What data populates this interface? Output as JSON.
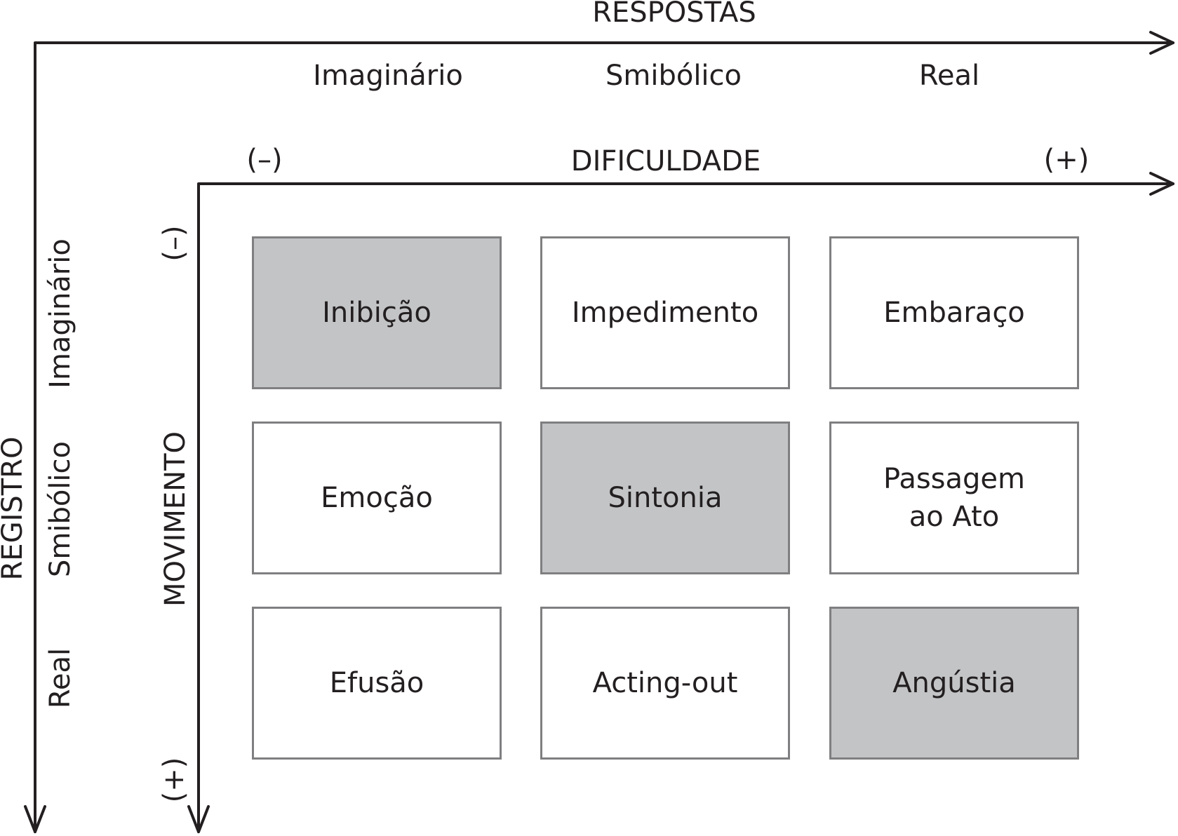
{
  "responses_axis": {
    "title": "RESPOSTAS",
    "columns": [
      "Imaginário",
      "Smibólico",
      "Real"
    ]
  },
  "difficulty_axis": {
    "title": "DIFICULDADE",
    "low": "(–)",
    "high": "(+)"
  },
  "register_axis": {
    "title": "REGISTRO",
    "rows": [
      "Imaginário",
      "Smibólico",
      "Real"
    ]
  },
  "movement_axis": {
    "title": "MOVIMENTO",
    "low": "(–)",
    "high": "(+)"
  },
  "colors": {
    "line": "#231f20",
    "box_border": "#7f7f81",
    "shaded": "#c3c4c6",
    "plain": "#ffffff"
  },
  "grid": [
    [
      {
        "text": "Inibição",
        "shaded": true
      },
      {
        "text": "Impedimento",
        "shaded": false
      },
      {
        "text": "Embaraço",
        "shaded": false
      }
    ],
    [
      {
        "text": "Emoção",
        "shaded": false
      },
      {
        "text": "Sintonia",
        "shaded": true
      },
      {
        "text": "Passagem\nao Ato",
        "shaded": false
      }
    ],
    [
      {
        "text": "Efusão",
        "shaded": false
      },
      {
        "text": "Acting-out",
        "shaded": false
      },
      {
        "text": "Angústia",
        "shaded": true
      }
    ]
  ]
}
